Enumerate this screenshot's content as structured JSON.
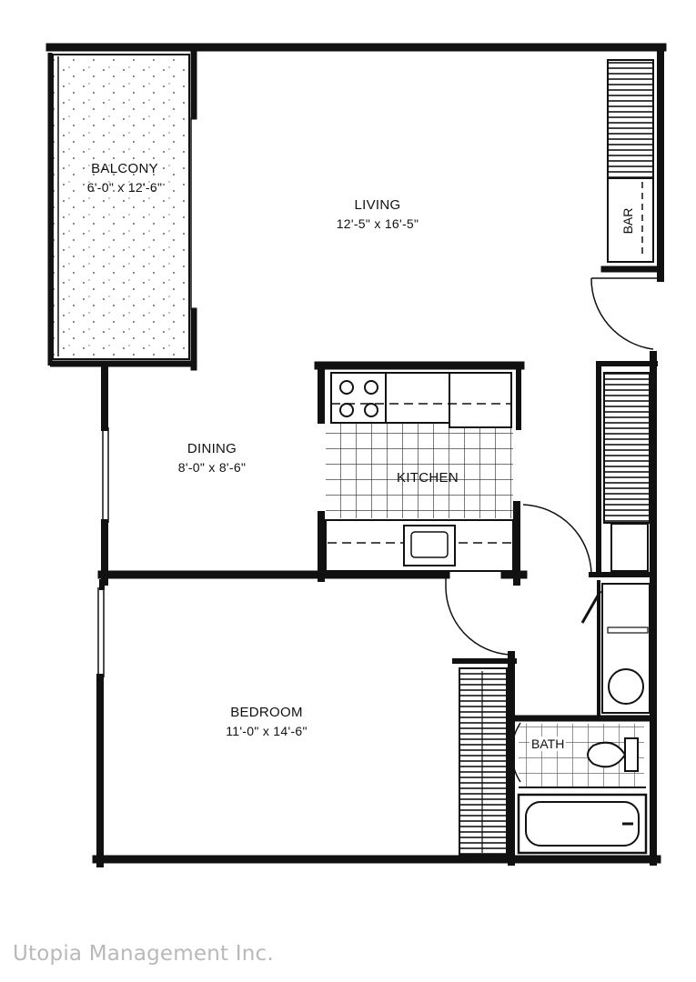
{
  "rooms": {
    "balcony": {
      "name": "BALCONY",
      "dims": "6'-0\" x 12'-6\""
    },
    "living": {
      "name": "LIVING",
      "dims": "12'-5\" x 16'-5\""
    },
    "dining": {
      "name": "DINING",
      "dims": "8'-0\" x 8'-6\""
    },
    "kitchen": {
      "name": "KITCHEN"
    },
    "bedroom": {
      "name": "BEDROOM",
      "dims": "11'-0\" x 14'-6\""
    },
    "bath": {
      "name": "BATH"
    }
  },
  "fixtures": {
    "bar": "BAR"
  },
  "watermark": "Utopia Management Inc.",
  "colors": {
    "wall": "#111111",
    "ink": "#111111",
    "watermark": "#b9b9b9",
    "background": "#ffffff"
  }
}
